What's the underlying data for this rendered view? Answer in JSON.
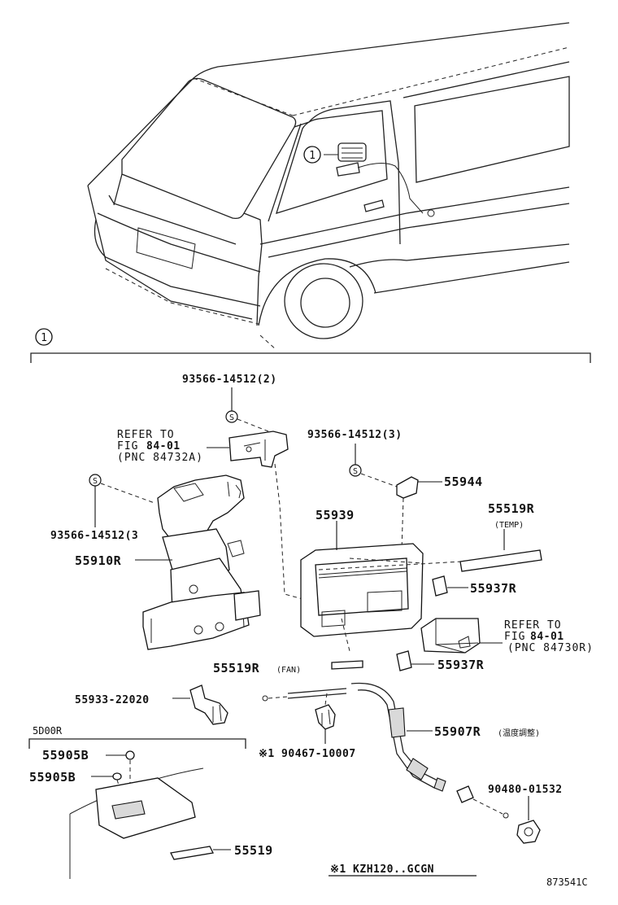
{
  "callout_marker": "1",
  "section_marker": "1",
  "labels": {
    "bolt_top": "93566-14512(2)",
    "bolt_right": "93566-14512(3)",
    "bolt_left": "93566-14512(3",
    "refer_top_line1": "REFER TO",
    "refer_top_fig": "FIG",
    "refer_top_fig_num": "84-01",
    "refer_top_pnc": "(PNC 84732A)",
    "part_55944": "55944",
    "part_55939": "55939",
    "part_55519R_temp": "55519R",
    "temp_note": "(TEMP)",
    "part_55910R": "55910R",
    "part_55937R_a": "55937R",
    "refer_right_line1": "REFER TO",
    "refer_right_fig": "FIG",
    "refer_right_fig_num": "84-01",
    "refer_right_pnc": "(PNC 84730R)",
    "part_55519R_fan": "55519R",
    "fan_note": "(FAN)",
    "part_55937R_b": "55937R",
    "part_55933": "55933-22020",
    "part_55907R": "55907R",
    "part_55907R_note": "(温度調整)",
    "inset_title": "5D00R",
    "part_55905B_a": "55905B",
    "part_55905B_b": "55905B",
    "part_90467": "※1 90467-10007",
    "part_90480": "90480-01532",
    "part_55519": "55519",
    "footnote": "※1 KZH120..GCGN",
    "drawing_code": "873541C"
  }
}
